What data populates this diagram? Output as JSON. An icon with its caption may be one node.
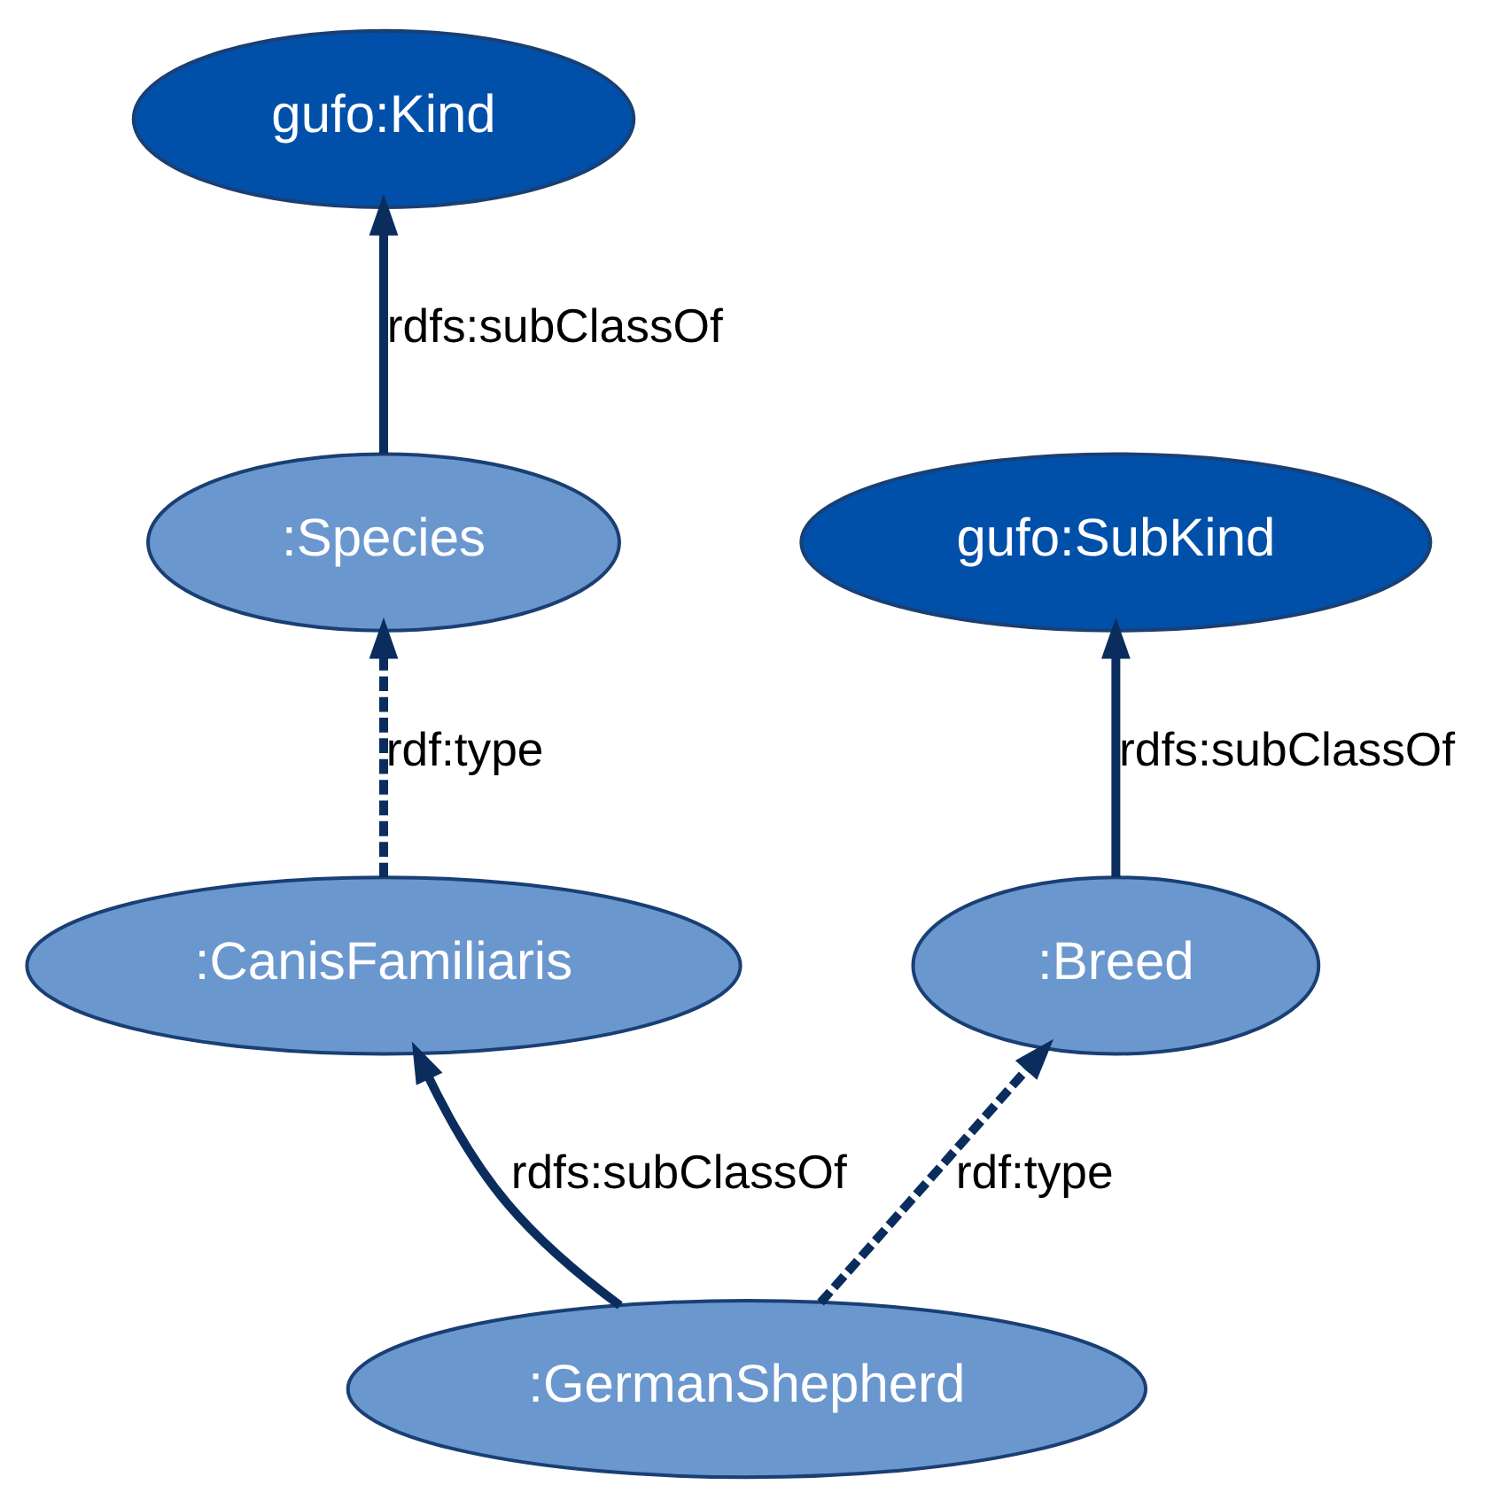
{
  "diagram": {
    "nodes": [
      {
        "text": [
          "gufo:Kind"
        ]
      },
      {
        "text": [
          ":Species"
        ]
      },
      {
        "text": [
          "gufo:SubKind"
        ]
      },
      {
        "text": [
          ":CanisFamiliaris"
        ]
      },
      {
        "text": [
          ":Breed"
        ]
      },
      {
        "text": [
          ":GermanShepherd"
        ]
      }
    ],
    "edges": [
      {
        "from": 1,
        "to": 0,
        "arrow": "to",
        "label": "rdfs:subClassOf"
      },
      {
        "from": 3,
        "to": 1,
        "arrow": "to",
        "label": "rdf:type",
        "style": "dashed"
      },
      {
        "from": 4,
        "to": 2,
        "arrow": "to",
        "label": "rdfs:subClassOf"
      },
      {
        "from": 5,
        "to": 3,
        "arrow": "to",
        "label": "rdfs:subClassOf"
      },
      {
        "from": 5,
        "to": 4,
        "arrow": "to",
        "label": "rdf:type",
        "style": "dashed"
      }
    ]
  }
}
